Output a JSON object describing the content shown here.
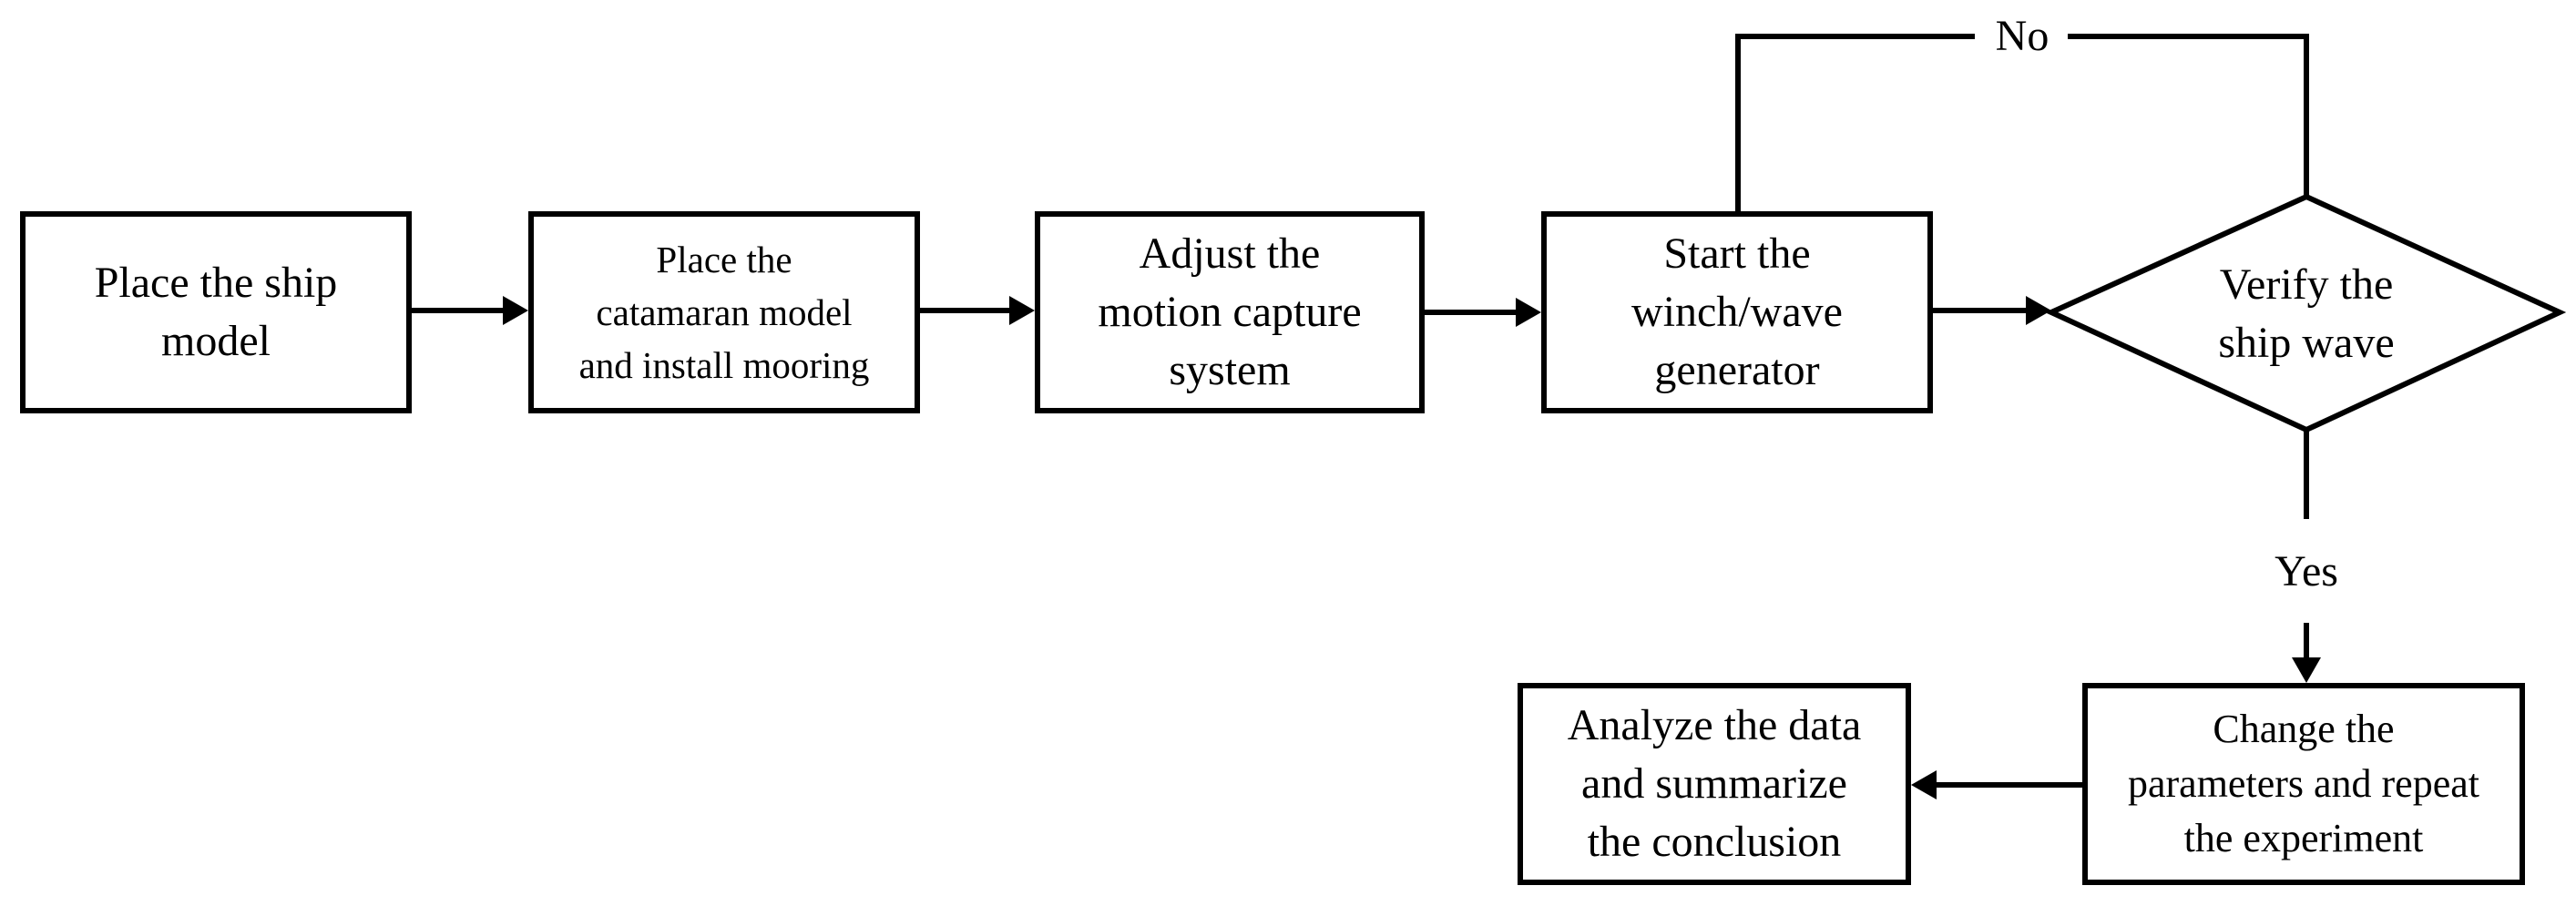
{
  "diagram": {
    "nodes": [
      {
        "id": "place_ship",
        "lines": [
          "Place the ship",
          "model"
        ]
      },
      {
        "id": "place_catamaran",
        "lines": [
          "Place the",
          "catamaran model",
          "and install mooring"
        ]
      },
      {
        "id": "adjust_capture",
        "lines": [
          "Adjust the",
          "motion capture",
          "system"
        ]
      },
      {
        "id": "start_winch",
        "lines": [
          "Start the",
          "winch/wave",
          "generator"
        ]
      },
      {
        "id": "verify",
        "lines": [
          "Verify the",
          "ship wave"
        ]
      },
      {
        "id": "change_params",
        "lines": [
          "Change the",
          "parameters and repeat",
          "the experiment"
        ]
      },
      {
        "id": "analyze",
        "lines": [
          "Analyze the data",
          "and summarize",
          "the conclusion"
        ]
      }
    ],
    "edges": [
      {
        "from": "place_ship",
        "to": "place_catamaran",
        "label": ""
      },
      {
        "from": "place_catamaran",
        "to": "adjust_capture",
        "label": ""
      },
      {
        "from": "adjust_capture",
        "to": "start_winch",
        "label": ""
      },
      {
        "from": "start_winch",
        "to": "verify",
        "label": ""
      },
      {
        "from": "verify",
        "to": "start_winch",
        "label": "No"
      },
      {
        "from": "verify",
        "to": "change_params",
        "label": "Yes"
      },
      {
        "from": "change_params",
        "to": "analyze",
        "label": ""
      }
    ]
  }
}
